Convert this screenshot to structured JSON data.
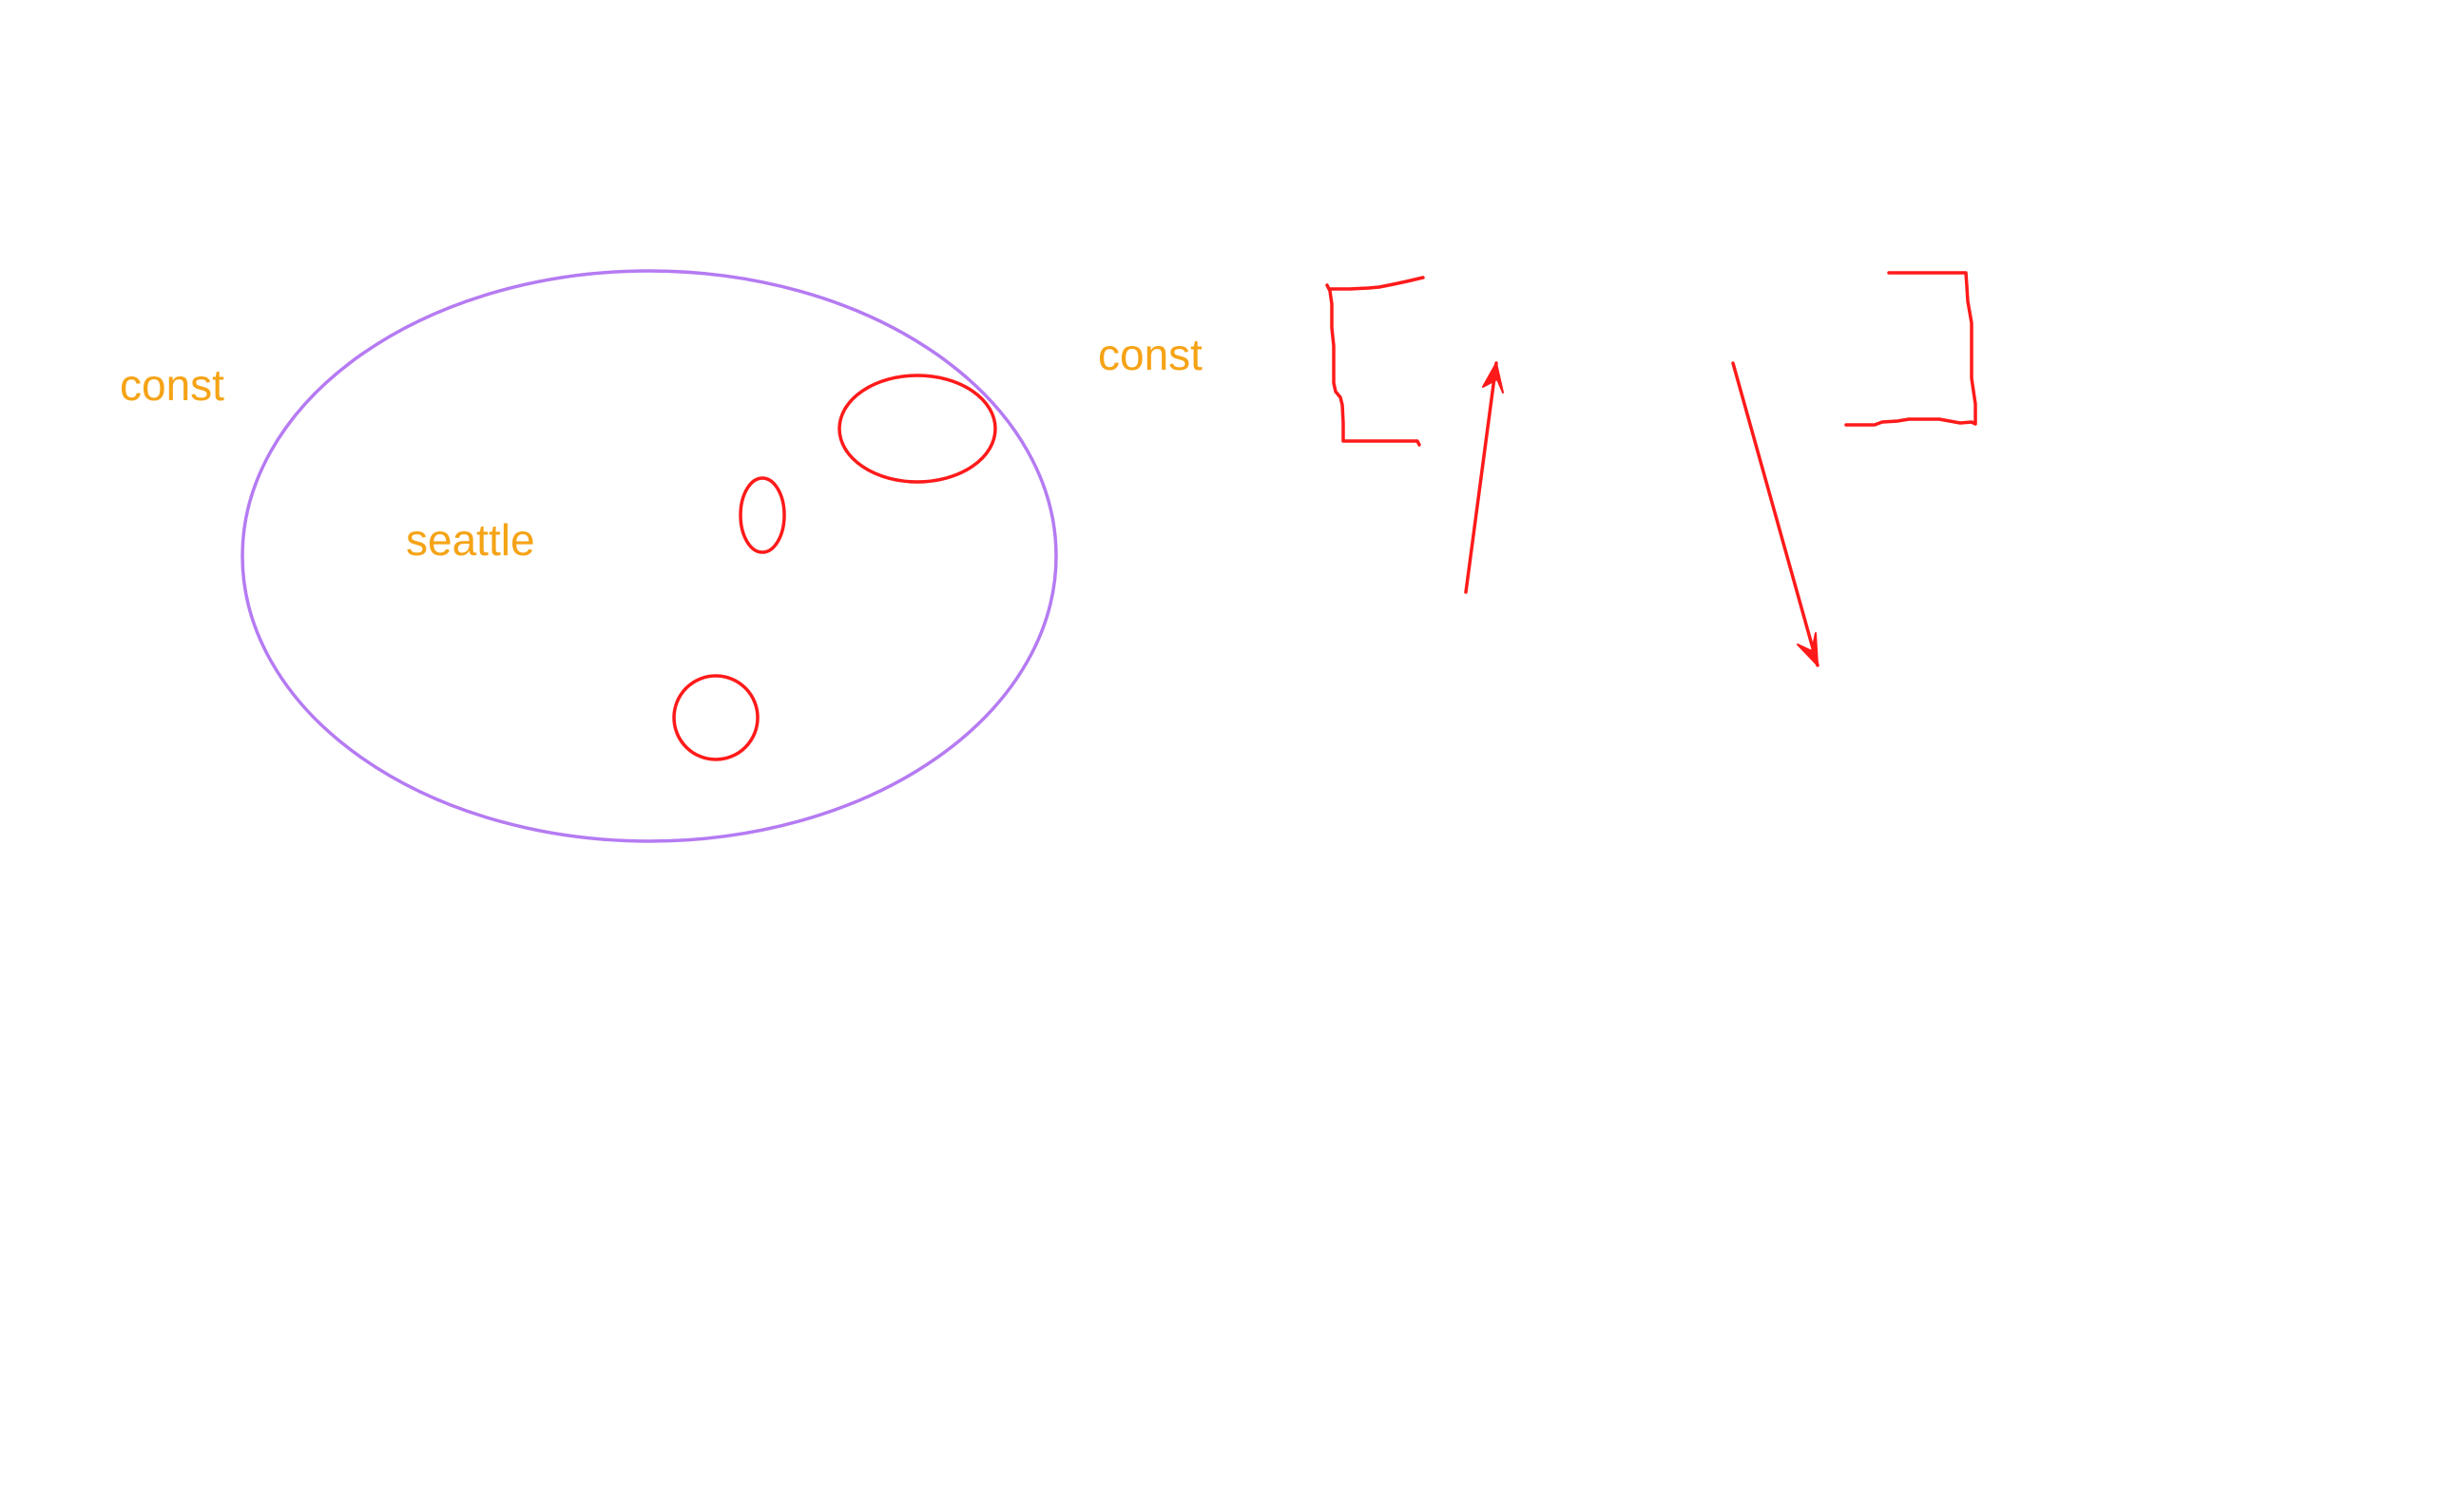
{
  "labels": {
    "const_left": "const",
    "const_right": "const",
    "seattle": "seattle"
  },
  "colors": {
    "label_text": "#f5a316",
    "outer_ellipse": "#b57bf2",
    "red_marks": "#ff1a1a",
    "background": "#ffffff"
  }
}
